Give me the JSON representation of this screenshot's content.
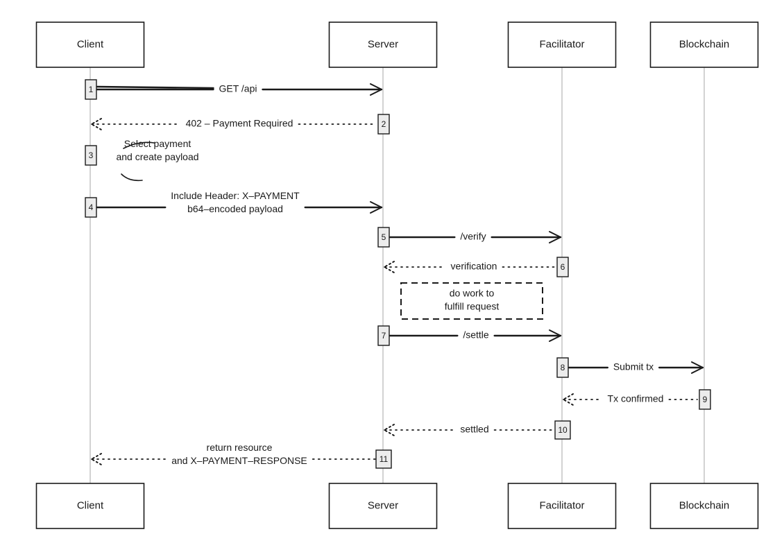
{
  "actors": [
    {
      "id": "client",
      "label": "Client"
    },
    {
      "id": "server",
      "label": "Server"
    },
    {
      "id": "facilitator",
      "label": "Facilitator"
    },
    {
      "id": "blockchain",
      "label": "Blockchain"
    }
  ],
  "steps": [
    {
      "num": "1",
      "from": "client",
      "to": "server",
      "style": "solid",
      "lines": [
        "GET /api"
      ]
    },
    {
      "num": "2",
      "from": "server",
      "to": "client",
      "style": "dotted",
      "lines": [
        "402 – Payment Required"
      ]
    },
    {
      "num": "3",
      "from": "client",
      "to": "client",
      "style": "self",
      "lines": [
        "Select payment",
        "and create payload"
      ]
    },
    {
      "num": "4",
      "from": "client",
      "to": "server",
      "style": "solid",
      "lines": [
        "Include Header: X–PAYMENT",
        "b64–encoded payload"
      ]
    },
    {
      "num": "5",
      "from": "server",
      "to": "facilitator",
      "style": "solid",
      "lines": [
        "/verify"
      ]
    },
    {
      "num": "6",
      "from": "facilitator",
      "to": "server",
      "style": "dotted",
      "lines": [
        "verification"
      ]
    },
    {
      "num": "7",
      "from": "server",
      "to": "facilitator",
      "style": "solid",
      "lines": [
        "/settle"
      ]
    },
    {
      "num": "8",
      "from": "facilitator",
      "to": "blockchain",
      "style": "solid",
      "lines": [
        "Submit tx"
      ]
    },
    {
      "num": "9",
      "from": "blockchain",
      "to": "facilitator",
      "style": "dotted",
      "lines": [
        "Tx confirmed"
      ]
    },
    {
      "num": "10",
      "from": "facilitator",
      "to": "server",
      "style": "dotted",
      "lines": [
        "settled"
      ]
    },
    {
      "num": "11",
      "from": "server",
      "to": "client",
      "style": "dotted",
      "lines": [
        "return resource",
        "and X–PAYMENT–RESPONSE"
      ]
    }
  ],
  "note": {
    "lines": [
      "do work to",
      "fulfill request"
    ]
  }
}
